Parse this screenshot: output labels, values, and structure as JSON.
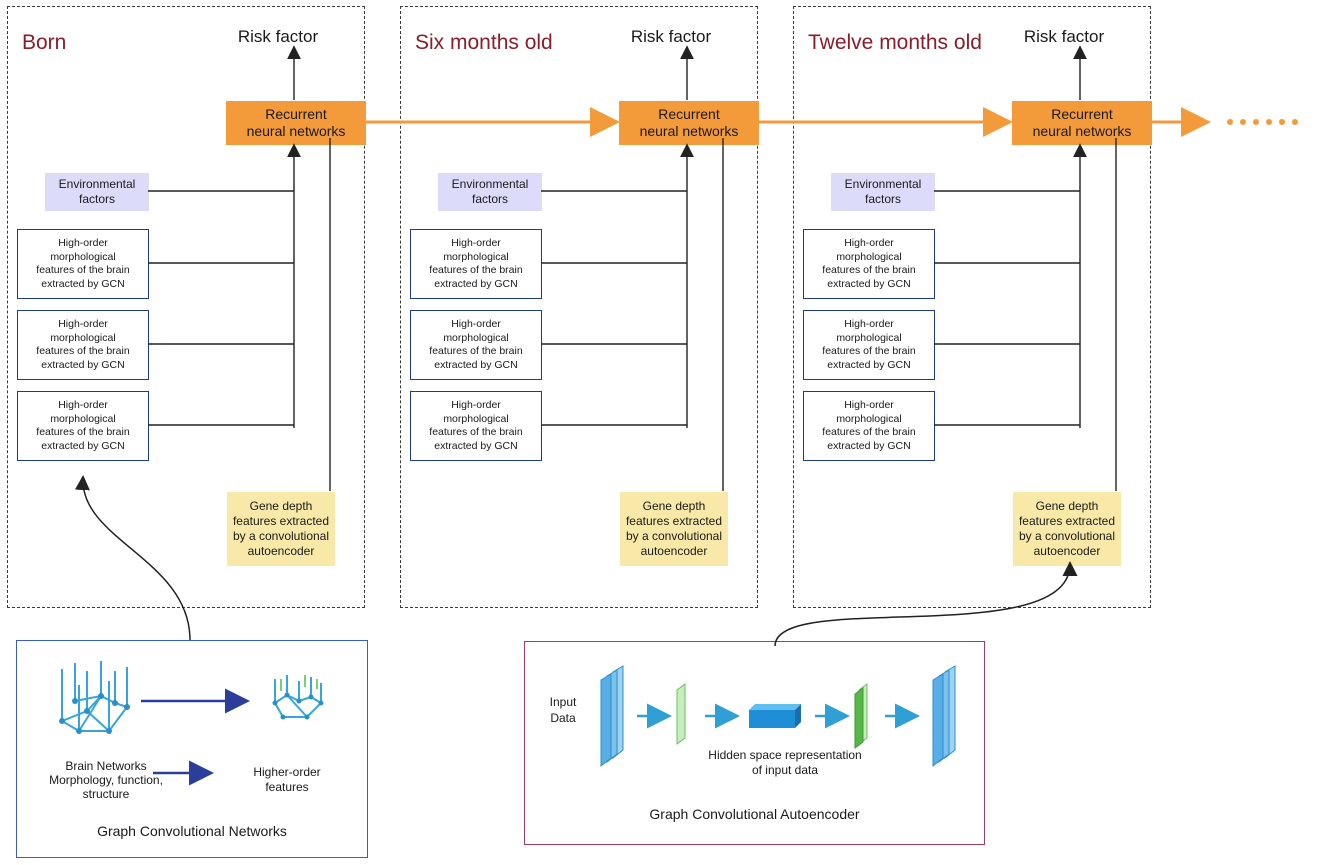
{
  "panels": [
    {
      "age": "Born",
      "risk_factor": "Risk factor",
      "rnn": "Recurrent\nneural networks",
      "environmental": "Environmental\nfactors",
      "features": [
        "High-order\nmorphological\nfeatures of the brain\nextracted by GCN",
        "High-order\nmorphological\nfeatures of the brain\nextracted by GCN",
        "High-order\nmorphological\nfeatures of the brain\nextracted by GCN"
      ],
      "gene": "Gene depth\nfeatures extracted\nby a convolutional\nautoencoder"
    },
    {
      "age": "Six months old",
      "risk_factor": "Risk factor",
      "rnn": "Recurrent\nneural networks",
      "environmental": "Environmental\nfactors",
      "features": [
        "High-order\nmorphological\nfeatures of the brain\nextracted by GCN",
        "High-order\nmorphological\nfeatures of the brain\nextracted by GCN",
        "High-order\nmorphological\nfeatures of the brain\nextracted by GCN"
      ],
      "gene": "Gene depth\nfeatures extracted\nby a convolutional\nautoencoder"
    },
    {
      "age": "Twelve months old",
      "risk_factor": "Risk factor",
      "rnn": "Recurrent\nneural networks",
      "environmental": "Environmental\nfactors",
      "features": [
        "High-order\nmorphological\nfeatures of the brain\nextracted by GCN",
        "High-order\nmorphological\nfeatures of the brain\nextracted by GCN",
        "High-order\nmorphological\nfeatures of the brain\nextracted by GCN"
      ],
      "gene": "Gene depth\nfeatures extracted\nby a convolutional\nautoencoder"
    }
  ],
  "gcn": {
    "title": "Graph Convolutional Networks",
    "brain_label": "Brain Networks\nMorphology, function,\nstructure",
    "higher_label": "Higher-order\nfeatures"
  },
  "gca": {
    "title": "Graph Convolutional Autoencoder",
    "input_label": "Input\nData",
    "hidden_label": "Hidden space representation\nof input data"
  },
  "colors": {
    "orange": "#f39a3b",
    "age_text": "#8b1c2a",
    "gcn_border": "#3b5bc7",
    "gca_border": "#a23b66",
    "arrow_blue": "#2f9fd6"
  }
}
